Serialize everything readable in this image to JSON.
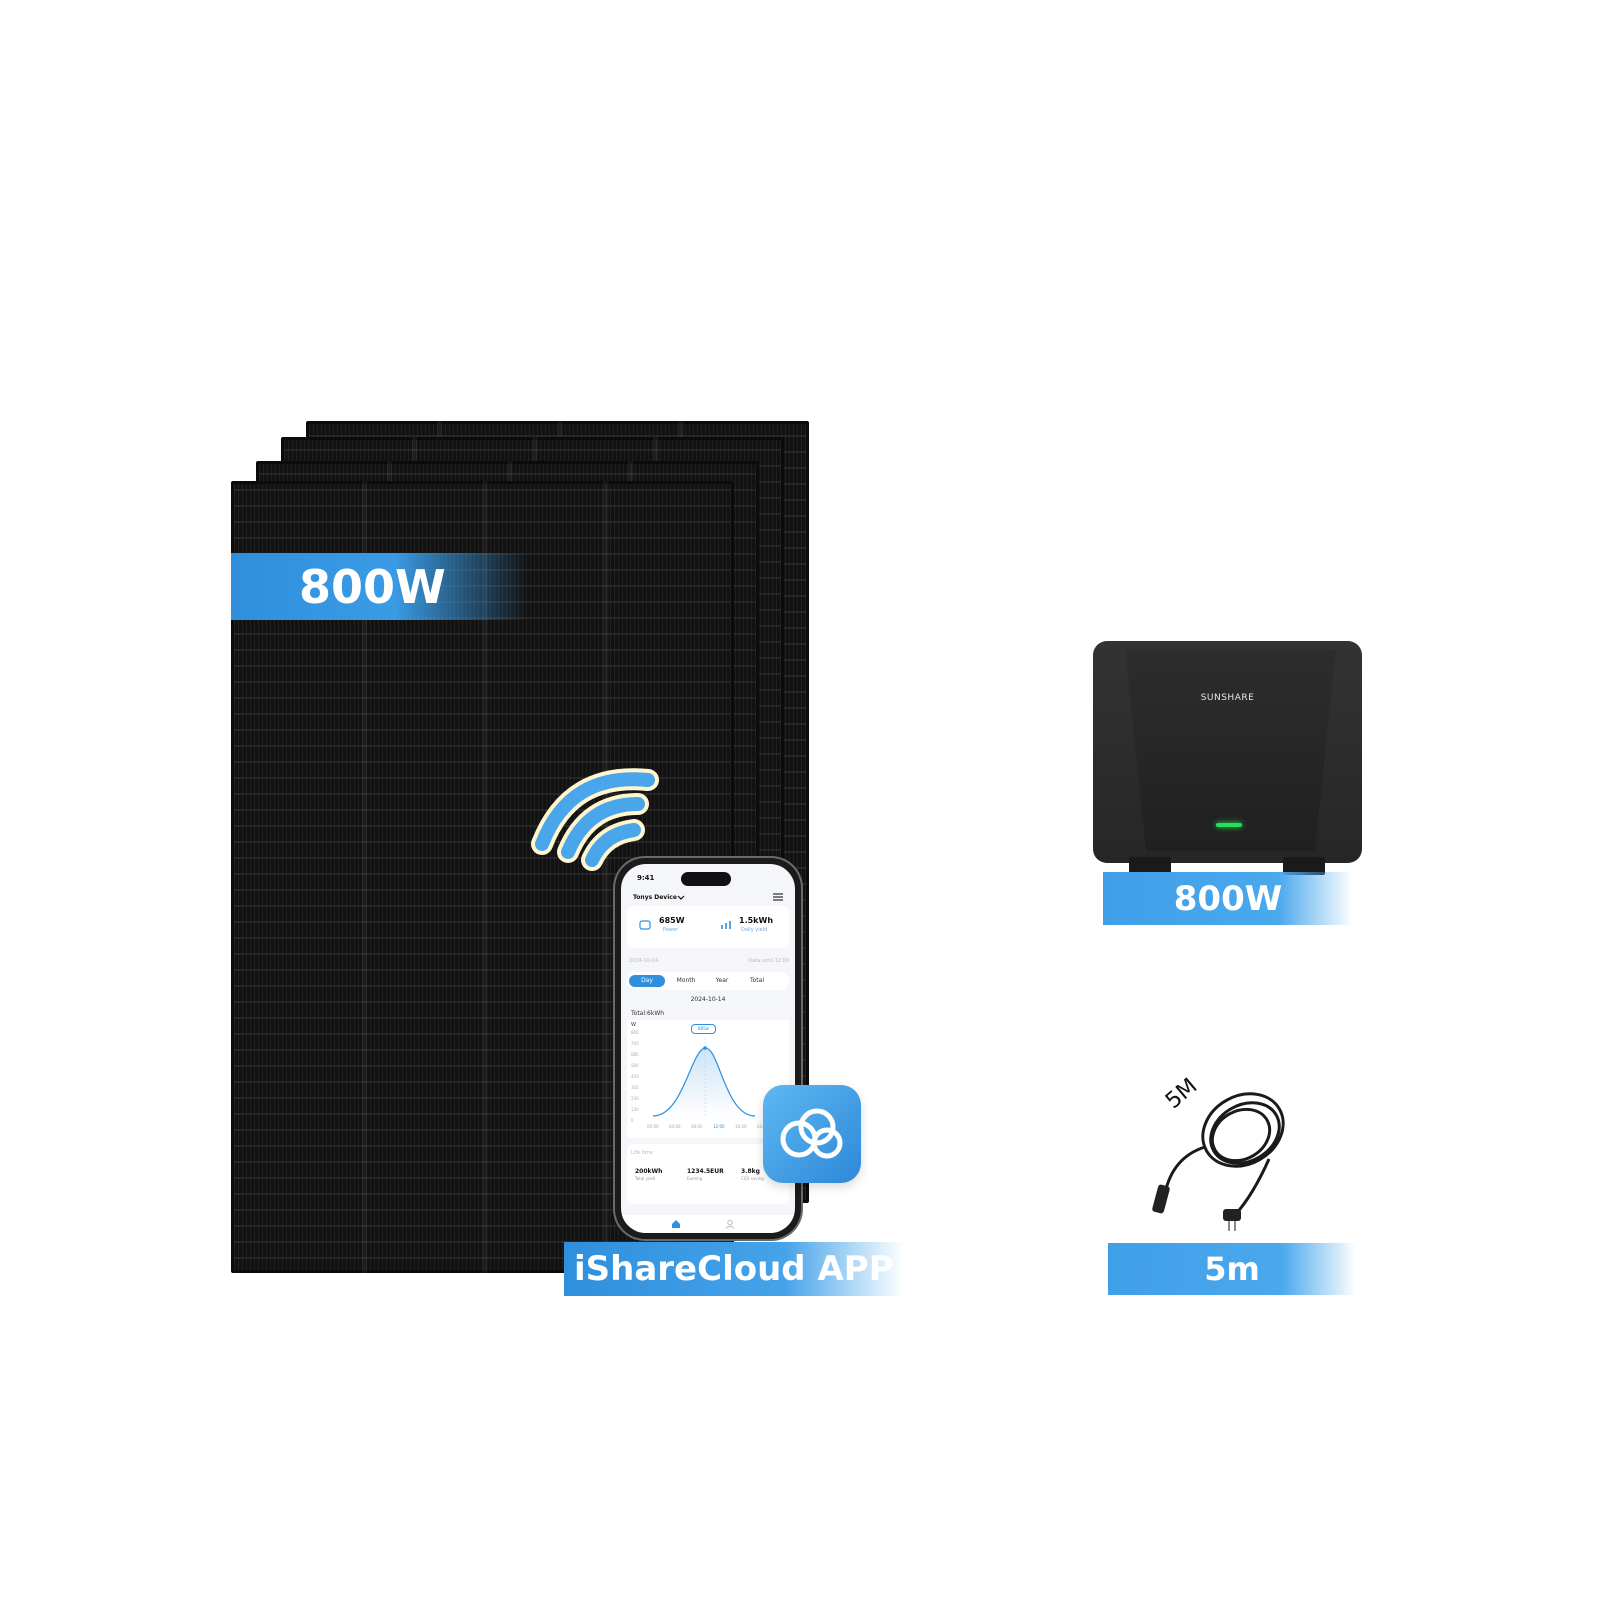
{
  "panel": {
    "power_label": "800W"
  },
  "app": {
    "name_label": "iShareCloud APP",
    "phone": {
      "time": "9:41",
      "device": "Tonys Device",
      "power_value": "685W",
      "power_label": "Power",
      "daily_value": "1.5kWh",
      "daily_label": "Daily yield",
      "date_small": "2024-10-14",
      "data_until": "Data until 12:00",
      "tabs": [
        "Day",
        "Month",
        "Year",
        "Total"
      ],
      "date": "2024-10-14",
      "total": "Total:6kWh",
      "chart_unit": "W",
      "chart_tooltip": "685w",
      "y_ticks": [
        "800",
        "700",
        "685",
        "500",
        "450",
        "350",
        "230",
        "130",
        "0"
      ],
      "x_ticks": [
        "00:00",
        "04:00",
        "08:00",
        "12:00",
        "16:00",
        "20:00"
      ],
      "lifetime_label": "Life time",
      "stats": [
        {
          "value": "200kWh",
          "label": "Total yield"
        },
        {
          "value": "1234.5EUR",
          "label": "Earning"
        },
        {
          "value": "3.8kg",
          "label": "CO2 saving"
        }
      ]
    }
  },
  "inverter": {
    "brand": "SUNSHARE",
    "power_label": "800W"
  },
  "cable": {
    "length_tag": "5M",
    "length_label": "5m"
  },
  "colors": {
    "accent_blue": "#2f8fdc",
    "led_green": "#22e05a",
    "panel_black": "#141414"
  },
  "icons": [
    "wifi-icon",
    "cloud-app-icon",
    "power-plug-icon"
  ]
}
